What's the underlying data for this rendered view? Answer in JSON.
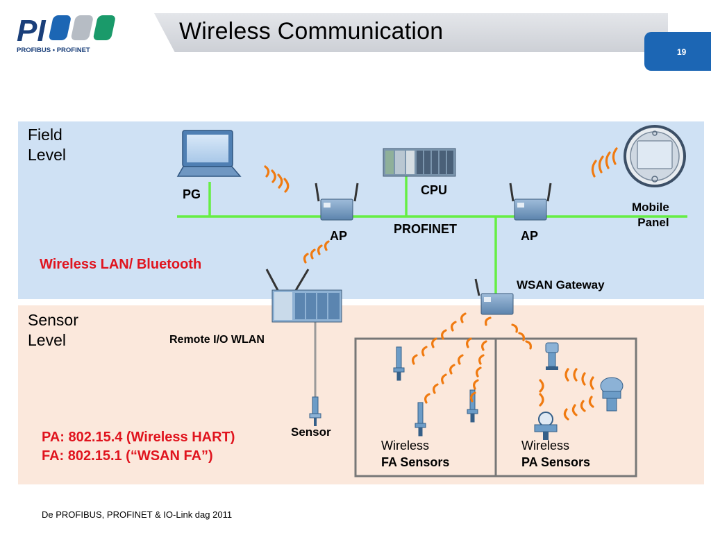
{
  "header": {
    "logo_text": "PI",
    "logo_subtitle": "PROFIBUS • PROFINET",
    "title": "Wireless Communication",
    "page_number": "19"
  },
  "zones": {
    "field": {
      "label_line1": "Field",
      "label_line2": "Level"
    },
    "sensor": {
      "label_line1": "Sensor",
      "label_line2": "Level"
    }
  },
  "devices": {
    "pg": "PG",
    "cpu": "CPU",
    "profinet": "PROFINET",
    "ap_left": "AP",
    "ap_right": "AP",
    "mobile_panel_line1": "Mobile",
    "mobile_panel_line2": "Panel",
    "wsan_gateway": "WSAN Gateway",
    "remote_io": "Remote I/O WLAN",
    "sensor": "Sensor",
    "fa_sensors_line1": "Wireless",
    "fa_sensors_line2": "FA Sensors",
    "pa_sensors_line1": "Wireless",
    "pa_sensors_line2": "PA Sensors"
  },
  "notes": {
    "wireless_lan": "Wireless LAN/ Bluetooth",
    "pa_line": "PA: 802.15.4 (Wireless HART)",
    "fa_line": "FA: 802.15.1 (“WSAN FA”)"
  },
  "colors": {
    "field_zone": "#cfe1f4",
    "sensor_zone": "#fbe8dc",
    "network_line": "#66ee44",
    "signal": "#f07a10",
    "accent_red": "#e0141e",
    "brand_blue": "#1c66b4"
  },
  "footer": {
    "text": "De PROFIBUS, PROFINET & IO-Link dag 2011"
  }
}
